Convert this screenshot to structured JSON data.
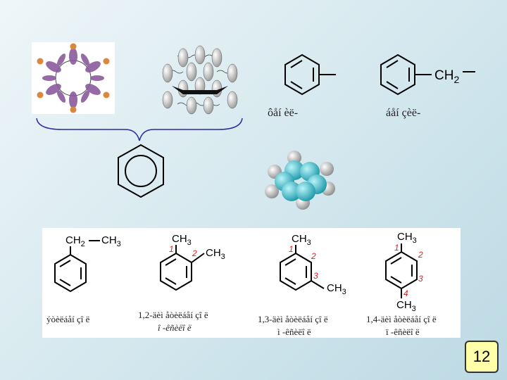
{
  "top": {
    "phenyl_label": "ôåí èë-",
    "benzyl_label": "áåí çèë-",
    "benzyl_group": "CH",
    "benzyl_sub": "2"
  },
  "bottom": {
    "ethylbenzene": {
      "top_left": "CH",
      "top_left_sub": "2",
      "top_right": "CH",
      "top_right_sub": "3",
      "caption": "ýòèëáåí çî ë"
    },
    "ortho": {
      "ch3_a": "CH",
      "ch3_a_sub": "3",
      "ch3_b": "CH",
      "ch3_b_sub": "3",
      "n1": "1",
      "n2": "2",
      "caption_line1": "1,2-äèì åòèëáåí çî ë",
      "caption_line2": "î -êñèëî ë"
    },
    "meta": {
      "ch3_a": "CH",
      "ch3_a_sub": "3",
      "ch3_b": "CH",
      "ch3_b_sub": "3",
      "n1": "1",
      "n2": "2",
      "n3": "3",
      "caption_line1": "1,3-äèì åòèëáåí çî ë",
      "caption_line2": "ì -êñèëî ë"
    },
    "para": {
      "ch3_a": "CH",
      "ch3_a_sub": "3",
      "ch3_b": "CH",
      "ch3_b_sub": "3",
      "n1": "1",
      "n2": "2",
      "n3": "3",
      "n4": "4",
      "caption_line1": "1,4-äèì åòèëáåí çî ë",
      "caption_line2": "ï -êñèëî ë"
    }
  },
  "slide_number": "12",
  "colors": {
    "orbital_purple": "#8a5a9c",
    "hydrogen_orange": "#d98840",
    "carbon_cyan": "#29b6c6",
    "lobe_gray": "#c8c8c8",
    "locant_red": "#dd2222"
  }
}
